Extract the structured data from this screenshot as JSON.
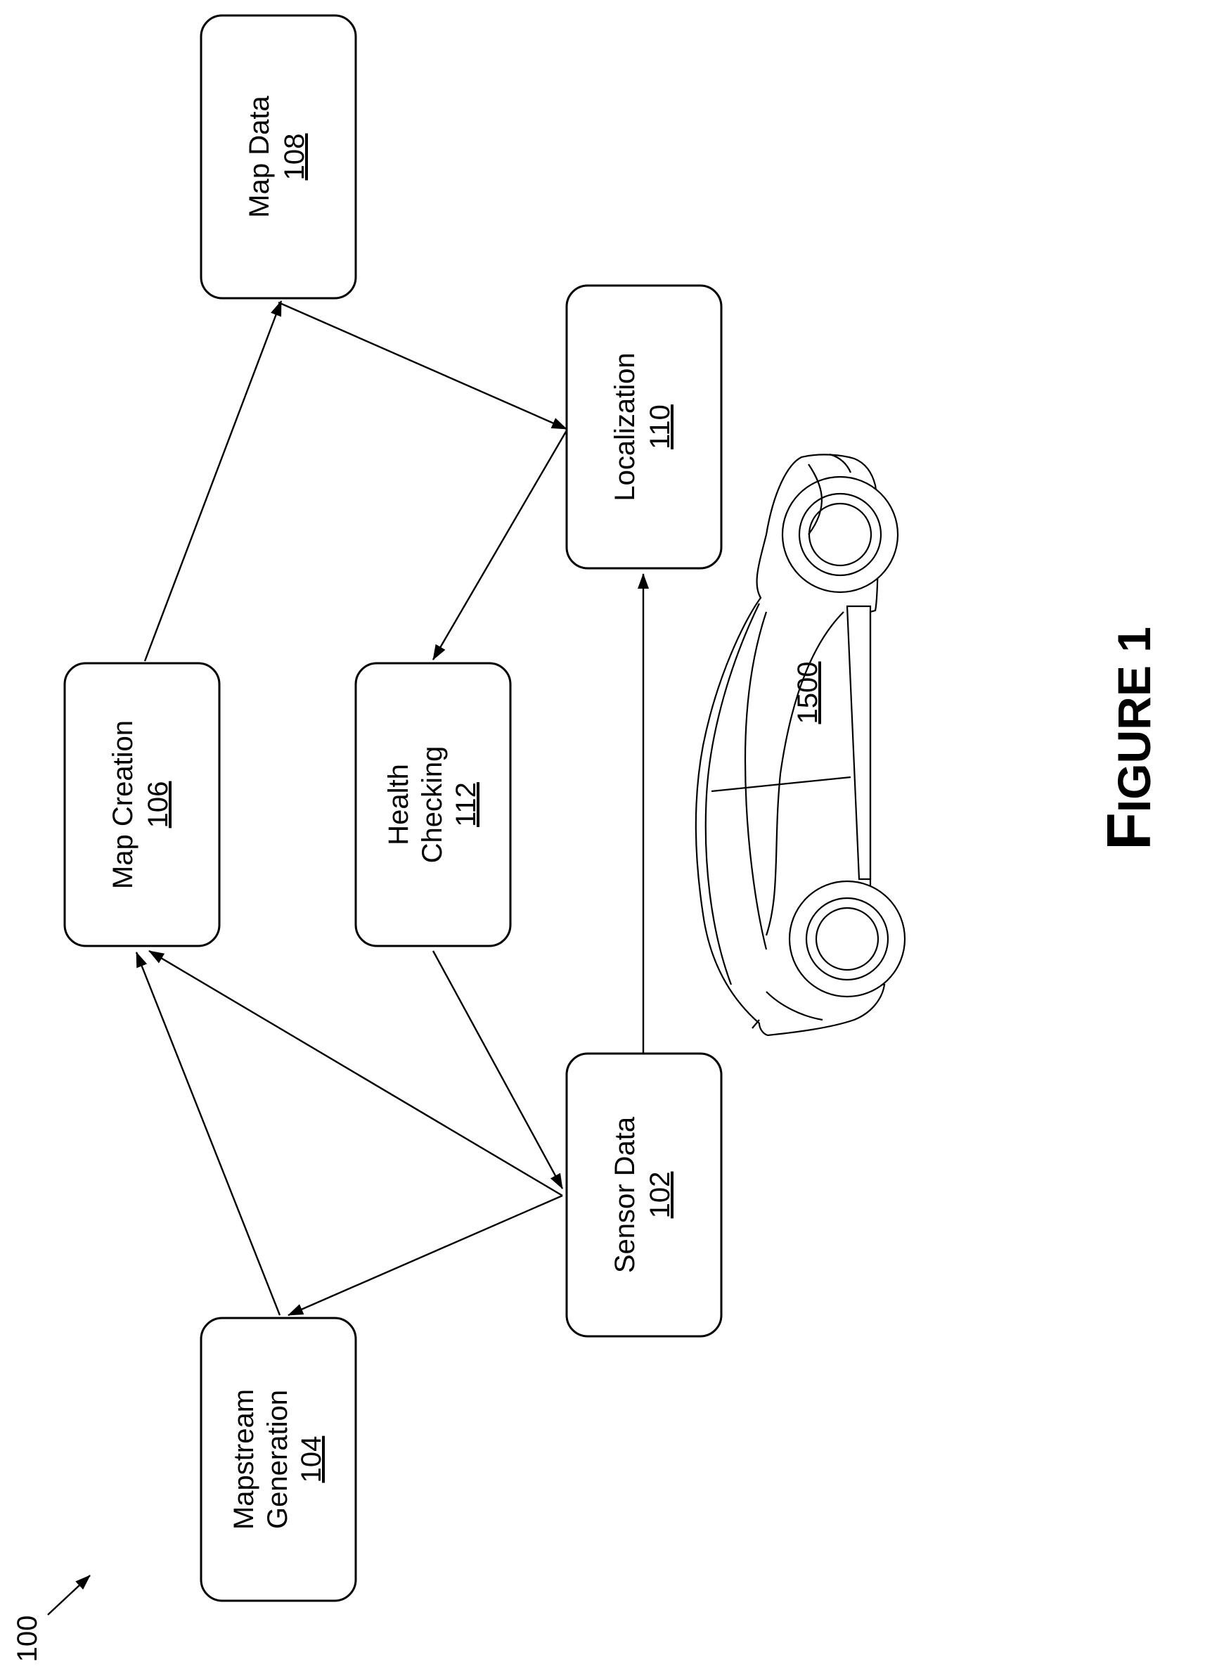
{
  "figure": {
    "ref_number": "100",
    "caption_first": "F",
    "caption_rest": "IGURE 1"
  },
  "nodes": {
    "sensor_data": {
      "line1": "Sensor Data",
      "ref": "102"
    },
    "mapstream_generation": {
      "line1": "Mapstream",
      "line2": "Generation",
      "ref": "104"
    },
    "map_creation": {
      "line1": "Map Creation",
      "ref": "106"
    },
    "map_data": {
      "line1": "Map Data",
      "ref": "108"
    },
    "localization": {
      "line1": "Localization",
      "ref": "110"
    },
    "health_checking": {
      "line1": "Health",
      "line2": "Checking",
      "ref": "112"
    },
    "vehicle": {
      "ref": "1500"
    }
  },
  "edges": [
    {
      "from": "sensor_data",
      "to": "mapstream_generation"
    },
    {
      "from": "sensor_data",
      "to": "map_creation"
    },
    {
      "from": "mapstream_generation",
      "to": "map_creation"
    },
    {
      "from": "map_creation",
      "to": "map_data"
    },
    {
      "from": "map_data",
      "to": "localization"
    },
    {
      "from": "sensor_data",
      "to": "localization"
    },
    {
      "from": "localization",
      "to": "health_checking"
    },
    {
      "from": "health_checking",
      "to": "sensor_data"
    }
  ]
}
